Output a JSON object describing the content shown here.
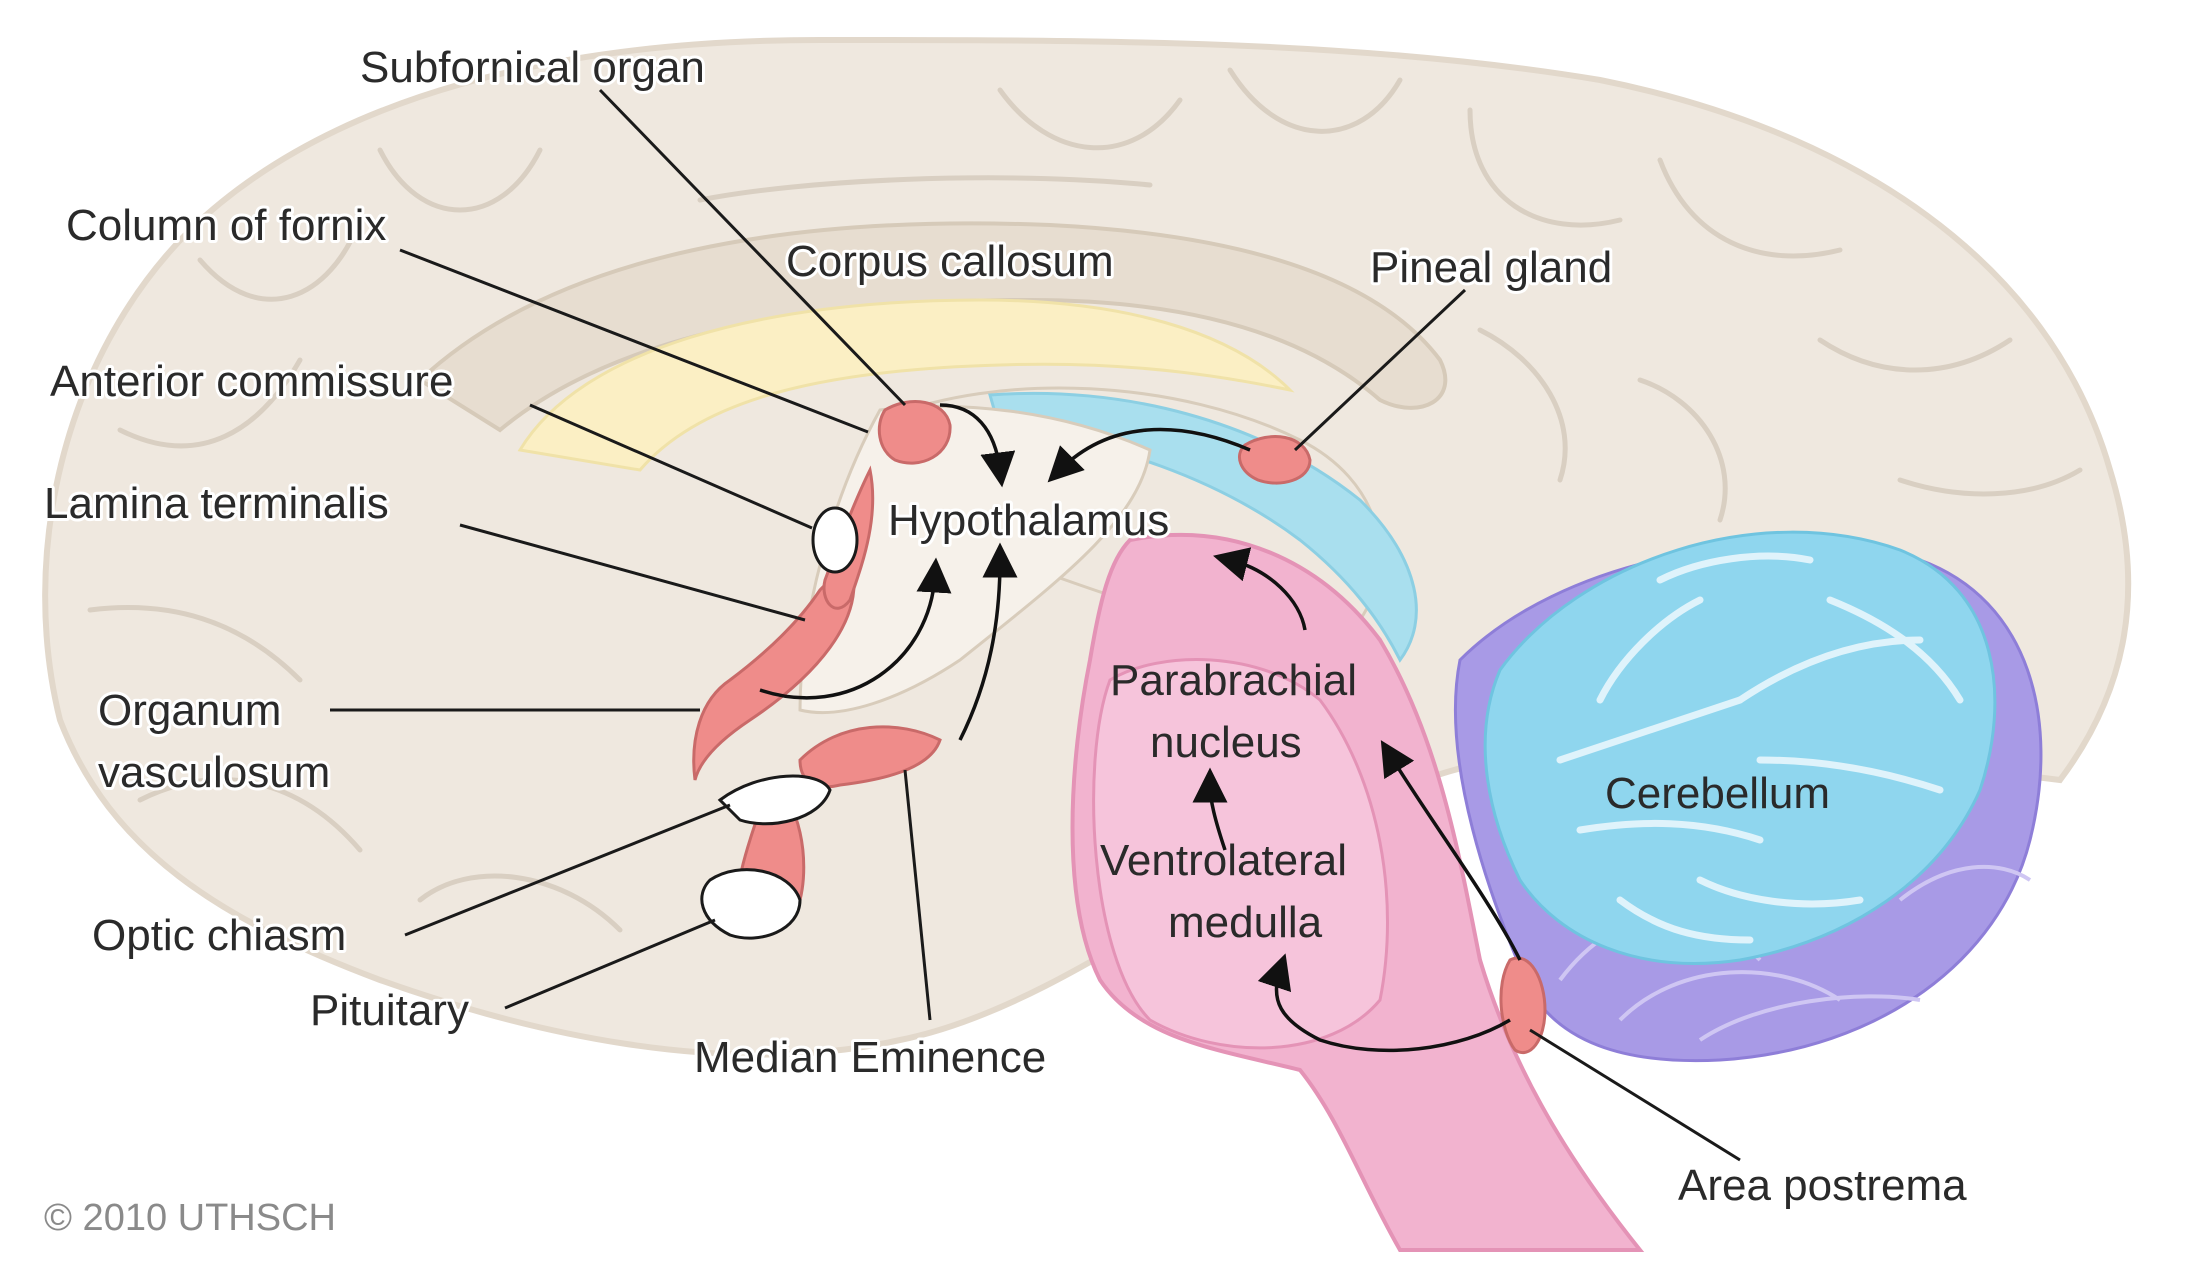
{
  "labels": {
    "subfornical_organ": "Subfornical organ",
    "column_of_fornix": "Column of fornix",
    "corpus_callosum": "Corpus callosum",
    "pineal_gland": "Pineal gland",
    "anterior_commissure": "Anterior commissure",
    "lamina_terminalis": "Lamina terminalis",
    "hypothalamus": "Hypothalamus",
    "organum_line1": "Organum",
    "organum_line2": "vasculosum",
    "parabrachial_line1": "Parabrachial",
    "parabrachial_line2": "nucleus",
    "cerebellum": "Cerebellum",
    "ventrolateral_line1": "Ventrolateral",
    "ventrolateral_line2": "medulla",
    "optic_chiasm": "Optic chiasm",
    "pituitary": "Pituitary",
    "median_eminence": "Median Eminence",
    "area_postrema": "Area postrema"
  },
  "copyright": "© 2010 UTHSCH",
  "colors": {
    "cortex": "#efe8df",
    "gyri_lines": "#d9cfc2",
    "corpus_callosum": "#fbefc4",
    "ventricle": "#a9dfee",
    "brainstem": "#f2b3cf",
    "circumventricular_organs": "#ef8c8a",
    "cerebellum": "#8fd6ee",
    "cerebellum_deep": "#a89ae6"
  }
}
